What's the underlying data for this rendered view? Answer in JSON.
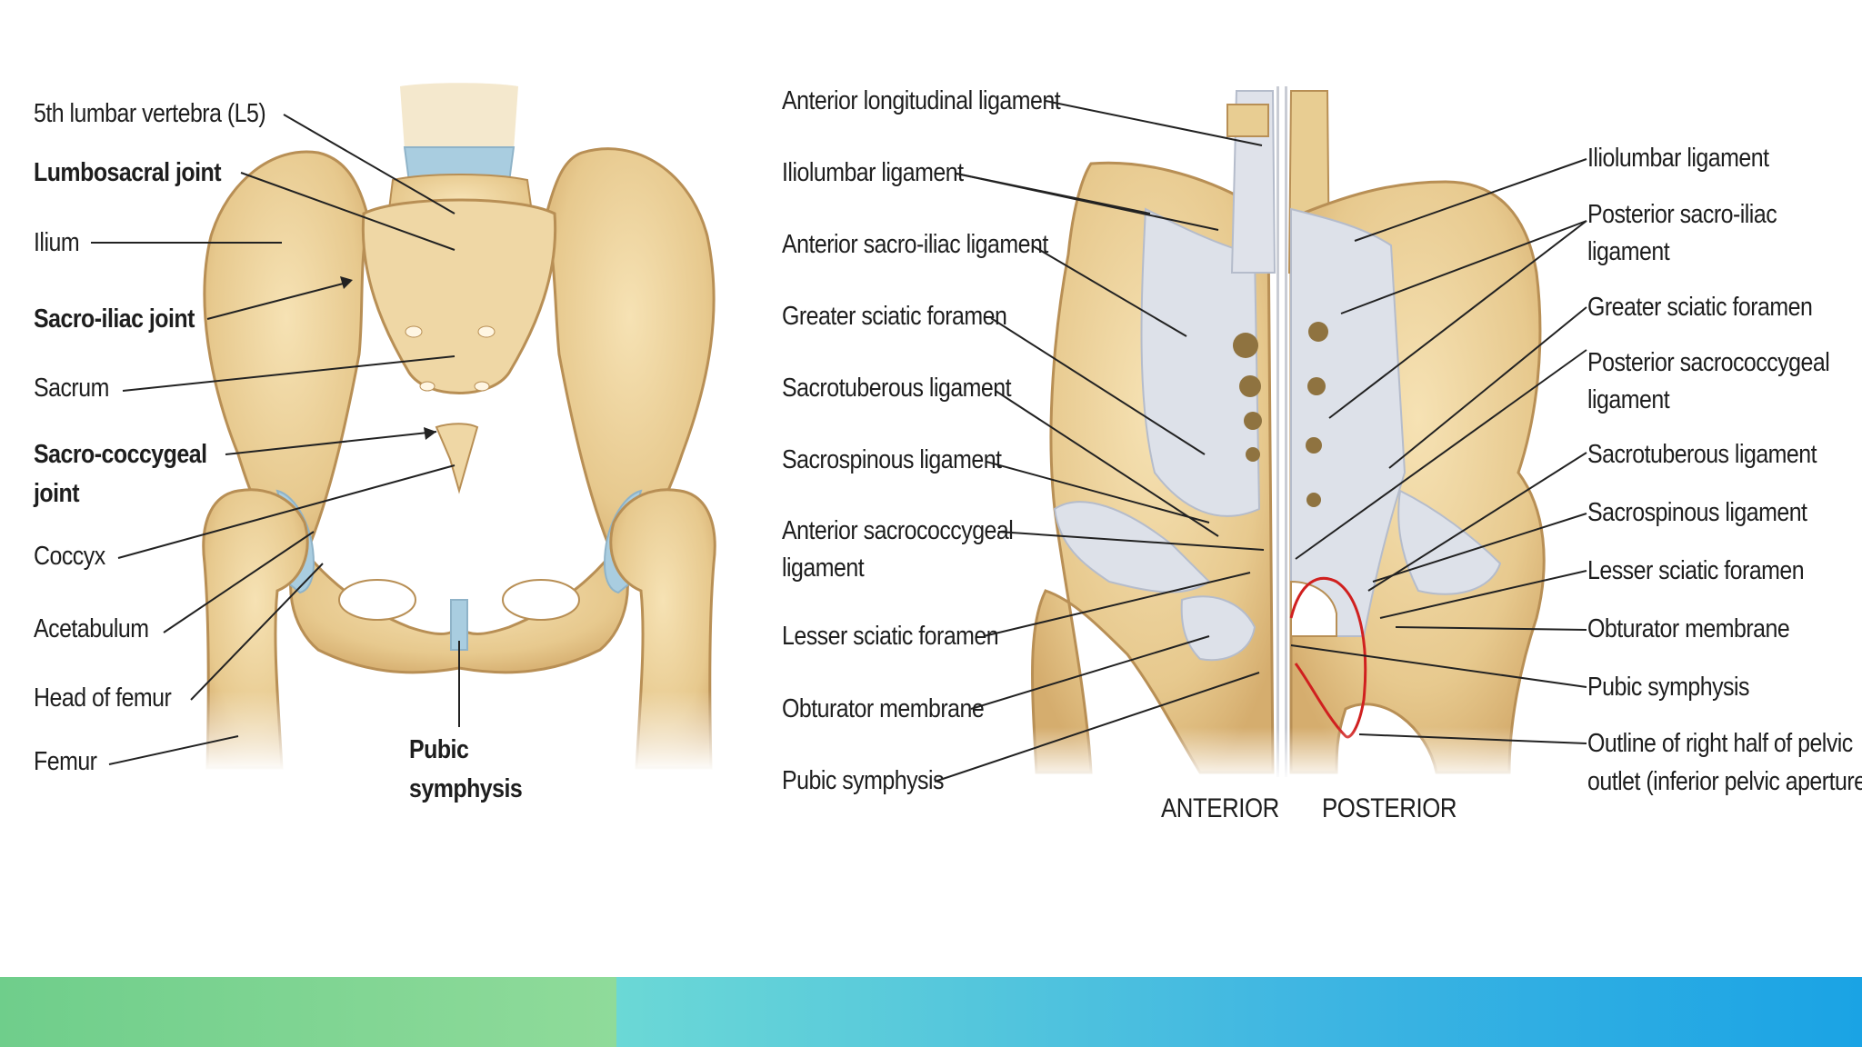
{
  "left_figure": {
    "labels": {
      "l5": "5th lumbar vertebra (L5)",
      "lumbosacral": "Lumbosacral joint",
      "ilium": "Ilium",
      "sacroiliac": "Sacro-iliac joint",
      "sacrum": "Sacrum",
      "sacrococcygeal_1": "Sacro-coccygeal",
      "sacrococcygeal_2": "joint",
      "coccyx": "Coccyx",
      "acetabulum": "Acetabulum",
      "head_femur": "Head of femur",
      "femur": "Femur",
      "pubic_1": "Pubic",
      "pubic_2": "symphysis"
    }
  },
  "right_figure": {
    "left_labels": {
      "ant_long": "Anterior longitudinal ligament",
      "iliolumbar": "Iliolumbar ligament",
      "ant_si": "Anterior sacro-iliac ligament",
      "greater_sciatic": "Greater sciatic foramen",
      "sacrotuberous": "Sacrotuberous ligament",
      "sacrospinous": "Sacrospinous ligament",
      "ant_sacrococc_1": "Anterior sacrococcygeal",
      "ant_sacrococc_2": "ligament",
      "lesser_sciatic": "Lesser sciatic foramen",
      "obturator": "Obturator membrane",
      "pubic": "Pubic symphysis"
    },
    "right_labels": {
      "iliolumbar": "Iliolumbar ligament",
      "post_si_1": "Posterior sacro-iliac",
      "post_si_2": "ligament",
      "greater_sciatic": "Greater sciatic foramen",
      "post_sacrococc_1": "Posterior sacrococcygeal",
      "post_sacrococc_2": "ligament",
      "sacrotuberous": "Sacrotuberous ligament",
      "sacrospinous": "Sacrospinous ligament",
      "lesser_sciatic": "Lesser sciatic foramen",
      "obturator": "Obturator membrane",
      "pubic": "Pubic symphysis",
      "outline_1": "Outline of right half of pelvic",
      "outline_2": "outlet (inferior pelvic aperture)"
    },
    "view_anterior": "ANTERIOR",
    "view_posterior": "POSTERIOR"
  },
  "colors": {
    "bone": "#ecd29c",
    "bone_shade": "#cfa868",
    "cartilage": "#a9cde0",
    "ligament": "#d8dde6",
    "outline_red": "#d0201f",
    "bar_green": "#7fd394",
    "bar_blue": "#2aaae3"
  }
}
